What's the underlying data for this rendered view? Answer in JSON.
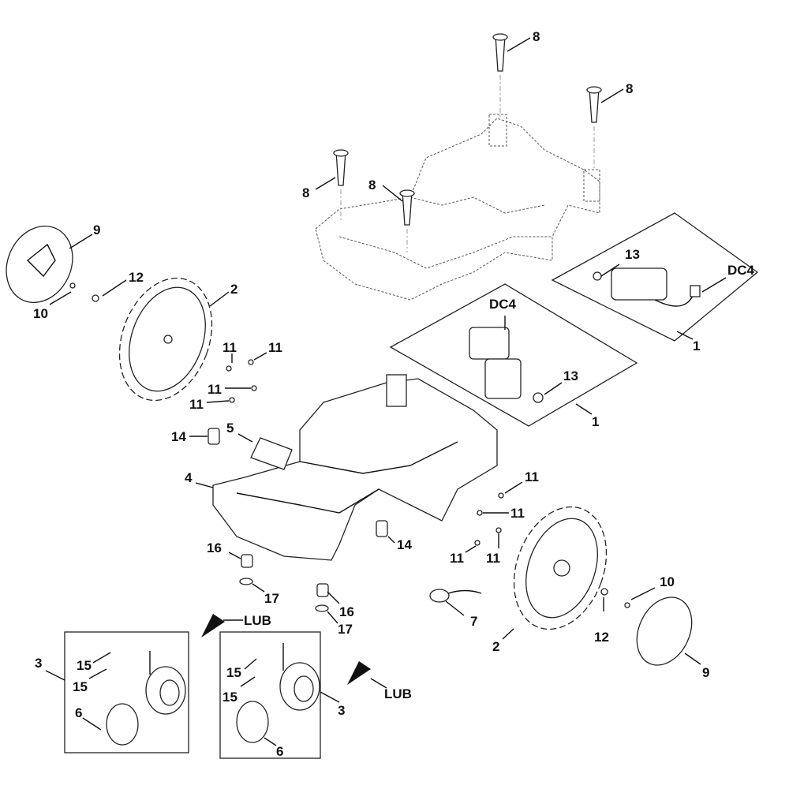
{
  "diagram": {
    "type": "exploded-parts-view",
    "labels": {
      "l8a": "8",
      "l8b": "8",
      "l8c": "8",
      "l8d": "8",
      "l9a": "9",
      "l9b": "9",
      "l10a": "10",
      "l10b": "10",
      "l12a": "12",
      "l12b": "12",
      "l2a": "2",
      "l2b": "2",
      "l11a": "11",
      "l11b": "11",
      "l11c": "11",
      "l11d": "11",
      "l11e": "11",
      "l11f": "11",
      "l11g": "11",
      "l11h": "11",
      "l13a": "13",
      "l13b": "13",
      "ldc4a": "DC4",
      "ldc4b": "DC4",
      "l1a": "1",
      "l1b": "1",
      "l14a": "14",
      "l14b": "14",
      "l5": "5",
      "l4": "4",
      "l16a": "16",
      "l16b": "16",
      "l17a": "17",
      "l17b": "17",
      "llub1": "LUB",
      "llub2": "LUB",
      "l7": "7",
      "l3a": "3",
      "l3b": "3",
      "l15a": "15",
      "l15b": "15",
      "l15c": "15",
      "l15d": "15",
      "l6a": "6",
      "l6b": "6"
    }
  }
}
